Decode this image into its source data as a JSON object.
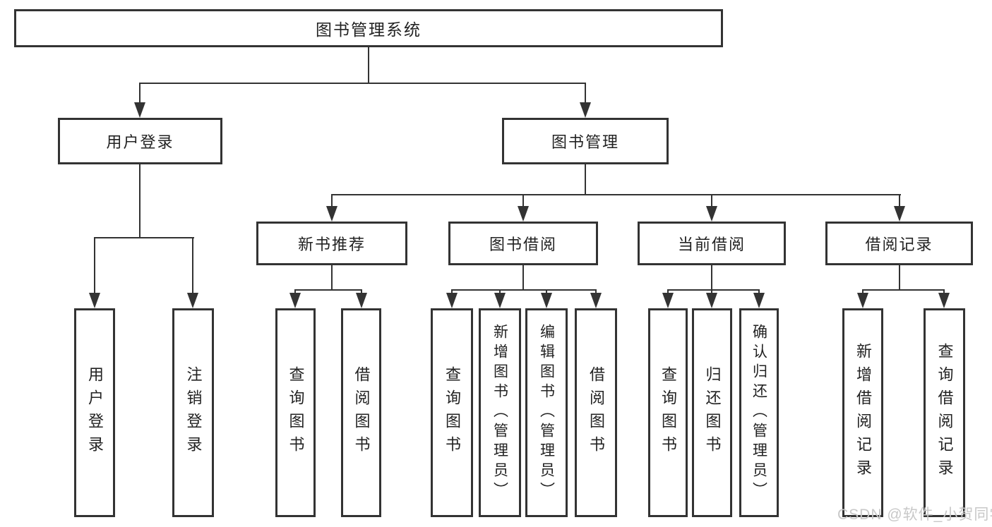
{
  "diagram": {
    "root": {
      "label": "图书管理系统"
    },
    "level2": [
      {
        "label": "用户登录"
      },
      {
        "label": "图书管理"
      }
    ],
    "level3": [
      {
        "label": "新书推荐"
      },
      {
        "label": "图书借阅"
      },
      {
        "label": "当前借阅"
      },
      {
        "label": "借阅记录"
      }
    ],
    "leaves": {
      "user_login": [
        "用户登录",
        "注销登录"
      ],
      "recommend": [
        "查询图书",
        "借阅图书"
      ],
      "borrow": [
        "查询图书",
        "新增图书（管理员）",
        "编辑图书（管理员）",
        "借阅图书"
      ],
      "current": [
        "查询图书",
        "归还图书",
        "确认归还（管理员）"
      ],
      "records": [
        "新增借阅记录",
        "查询借阅记录"
      ]
    },
    "watermark": "CSDN @软件_小贺同学",
    "colors": {
      "line": "#333333",
      "text": "#222222",
      "watermark": "#c8c8c8",
      "background": "#ffffff"
    }
  }
}
